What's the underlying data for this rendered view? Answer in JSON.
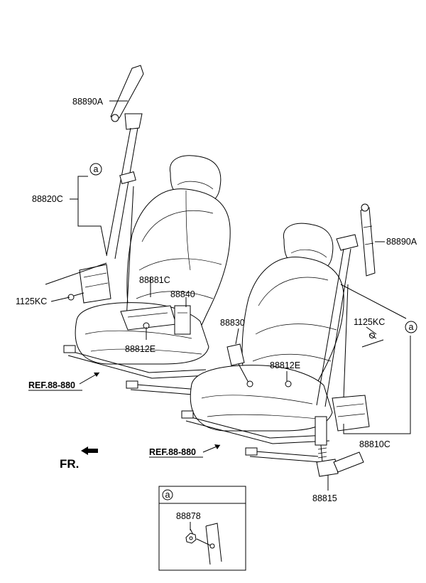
{
  "labels": {
    "p88890a_left": "88890A",
    "p88890a_right": "88890A",
    "p88820c": "88820C",
    "p1125kc_left": "1125KC",
    "p1125kc_right": "1125KC",
    "p88881c": "88881C",
    "p88840": "88840",
    "p88830": "88830",
    "p88812e_left": "88812E",
    "p88812e_right": "88812E",
    "p88810c": "88810C",
    "p88815": "88815",
    "p88878": "88878",
    "ref_left": "REF.88-880",
    "ref_right": "REF.88-880",
    "front": "FR.",
    "callout_a_left": "a",
    "callout_a_right": "a",
    "detail_a": "a"
  }
}
